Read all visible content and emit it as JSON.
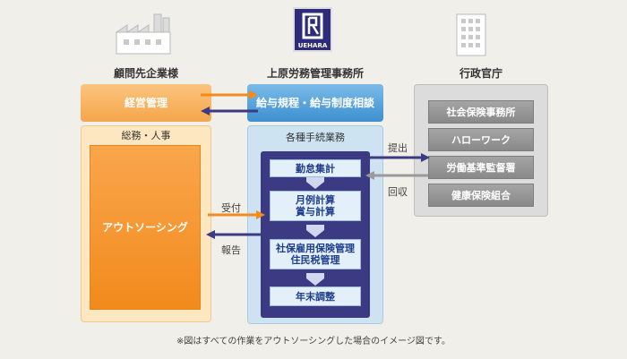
{
  "client": {
    "title": "顧問先企業様",
    "header_box": "経営管理",
    "section_title": "総務・人事",
    "outsourcing": "アウトソーシング"
  },
  "office": {
    "title": "上原労務管理事務所",
    "logo_text": "UEHARA",
    "header_box": "給与規程・給与制度相談",
    "section_title": "各種手続業務",
    "steps": [
      {
        "line1": "勤怠集計",
        "line2": ""
      },
      {
        "line1": "月例計算",
        "line2": "賞与計算"
      },
      {
        "line1": "社保雇用保険管理",
        "line2": "住民税管理"
      },
      {
        "line1": "年末調整",
        "line2": ""
      }
    ]
  },
  "government": {
    "title": "行政官庁",
    "agencies": [
      "社会保険事務所",
      "ハローワーク",
      "労働基準監督署",
      "健康保険組合"
    ]
  },
  "arrows": {
    "received": "受付",
    "report": "報告",
    "submit": "提出",
    "collect": "回収"
  },
  "colors": {
    "orange": "#f28a1c",
    "navy": "#3b3a83",
    "blue": "#3c8fd0",
    "gray": "#898989"
  },
  "footnote": "※図はすべての作業をアウトソーシングした場合のイメージ図です。"
}
